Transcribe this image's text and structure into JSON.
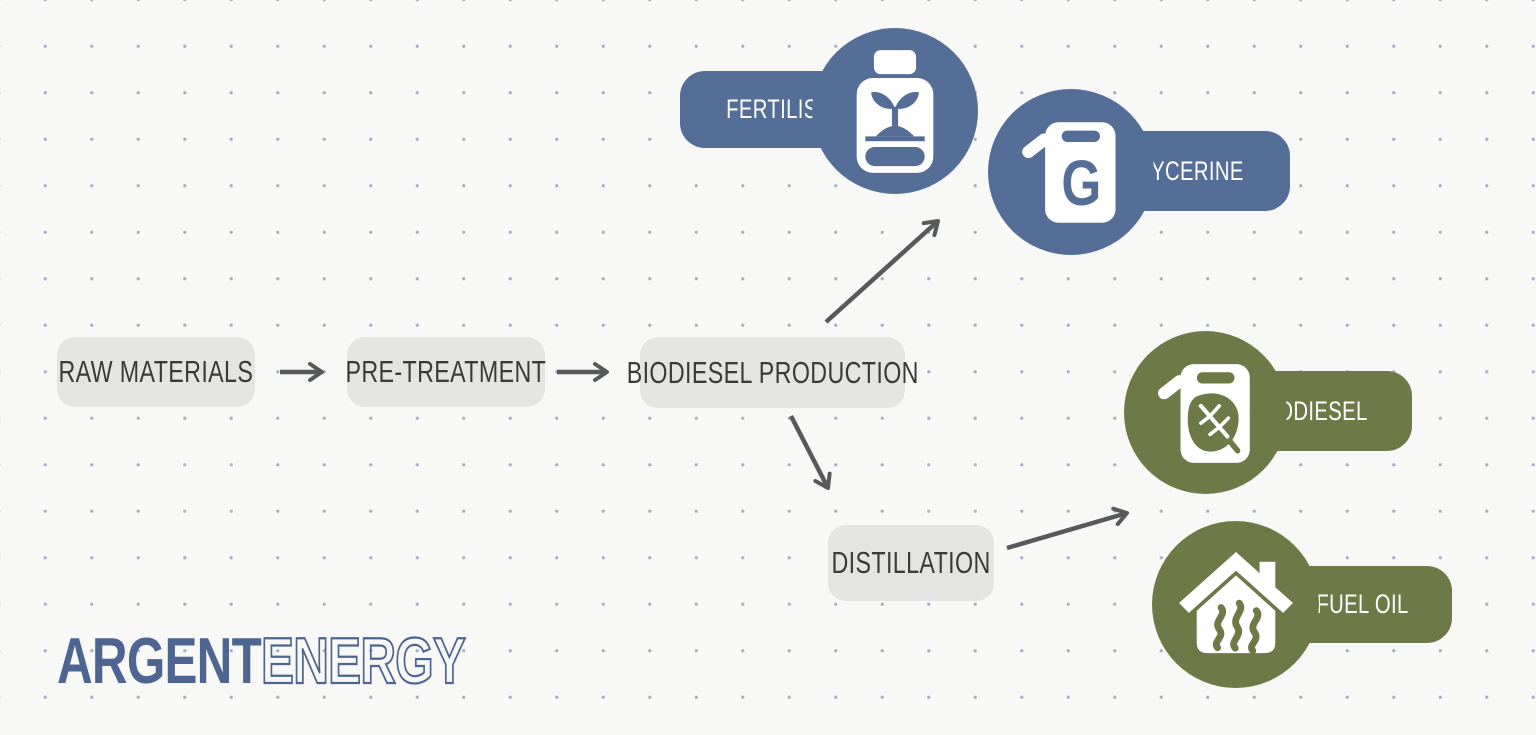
{
  "diagram": {
    "steps": [
      {
        "id": "raw-materials",
        "label": "RAW MATERIALS"
      },
      {
        "id": "pre-treatment",
        "label": "PRE-TREATMENT"
      },
      {
        "id": "biodiesel-production",
        "label": "BIODIESEL PRODUCTION"
      },
      {
        "id": "distillation",
        "label": "DISTILLATION"
      }
    ],
    "products": [
      {
        "id": "fertiliser",
        "label": "FERTILISER",
        "icon": "fertiliser-jar-icon",
        "color": "#546e97",
        "label_side": "left"
      },
      {
        "id": "glycerine",
        "label": "GLYCERINE",
        "icon": "glycerine-jerrycan-icon",
        "glyph": "G",
        "color": "#546e97",
        "label_side": "right"
      },
      {
        "id": "biodiesel",
        "label": "BIODIESEL",
        "icon": "biodiesel-jerrycan-leaf-icon",
        "color": "#6d7a47",
        "label_side": "right"
      },
      {
        "id": "biofuel-oil",
        "label": "BIOFUEL OIL",
        "icon": "house-heat-icon",
        "color": "#6d7a47",
        "label_side": "right"
      }
    ],
    "connections": [
      {
        "from": "raw-materials",
        "to": "pre-treatment"
      },
      {
        "from": "pre-treatment",
        "to": "biodiesel-production"
      },
      {
        "from": "biodiesel-production",
        "to": "glycerine-and-fertiliser"
      },
      {
        "from": "biodiesel-production",
        "to": "distillation"
      },
      {
        "from": "distillation",
        "to": "biodiesel-and-biofuel-oil"
      }
    ],
    "colors": {
      "blue": "#546e97",
      "green": "#6d7a47",
      "step_background": "#e4e4e3",
      "step_text": "#3a3a3a",
      "arrow": "#58595b",
      "logo": "#4d6590",
      "background": "#f8f8f7"
    }
  },
  "logo": {
    "primary": "ARGENT",
    "secondary": "ENERGY"
  }
}
